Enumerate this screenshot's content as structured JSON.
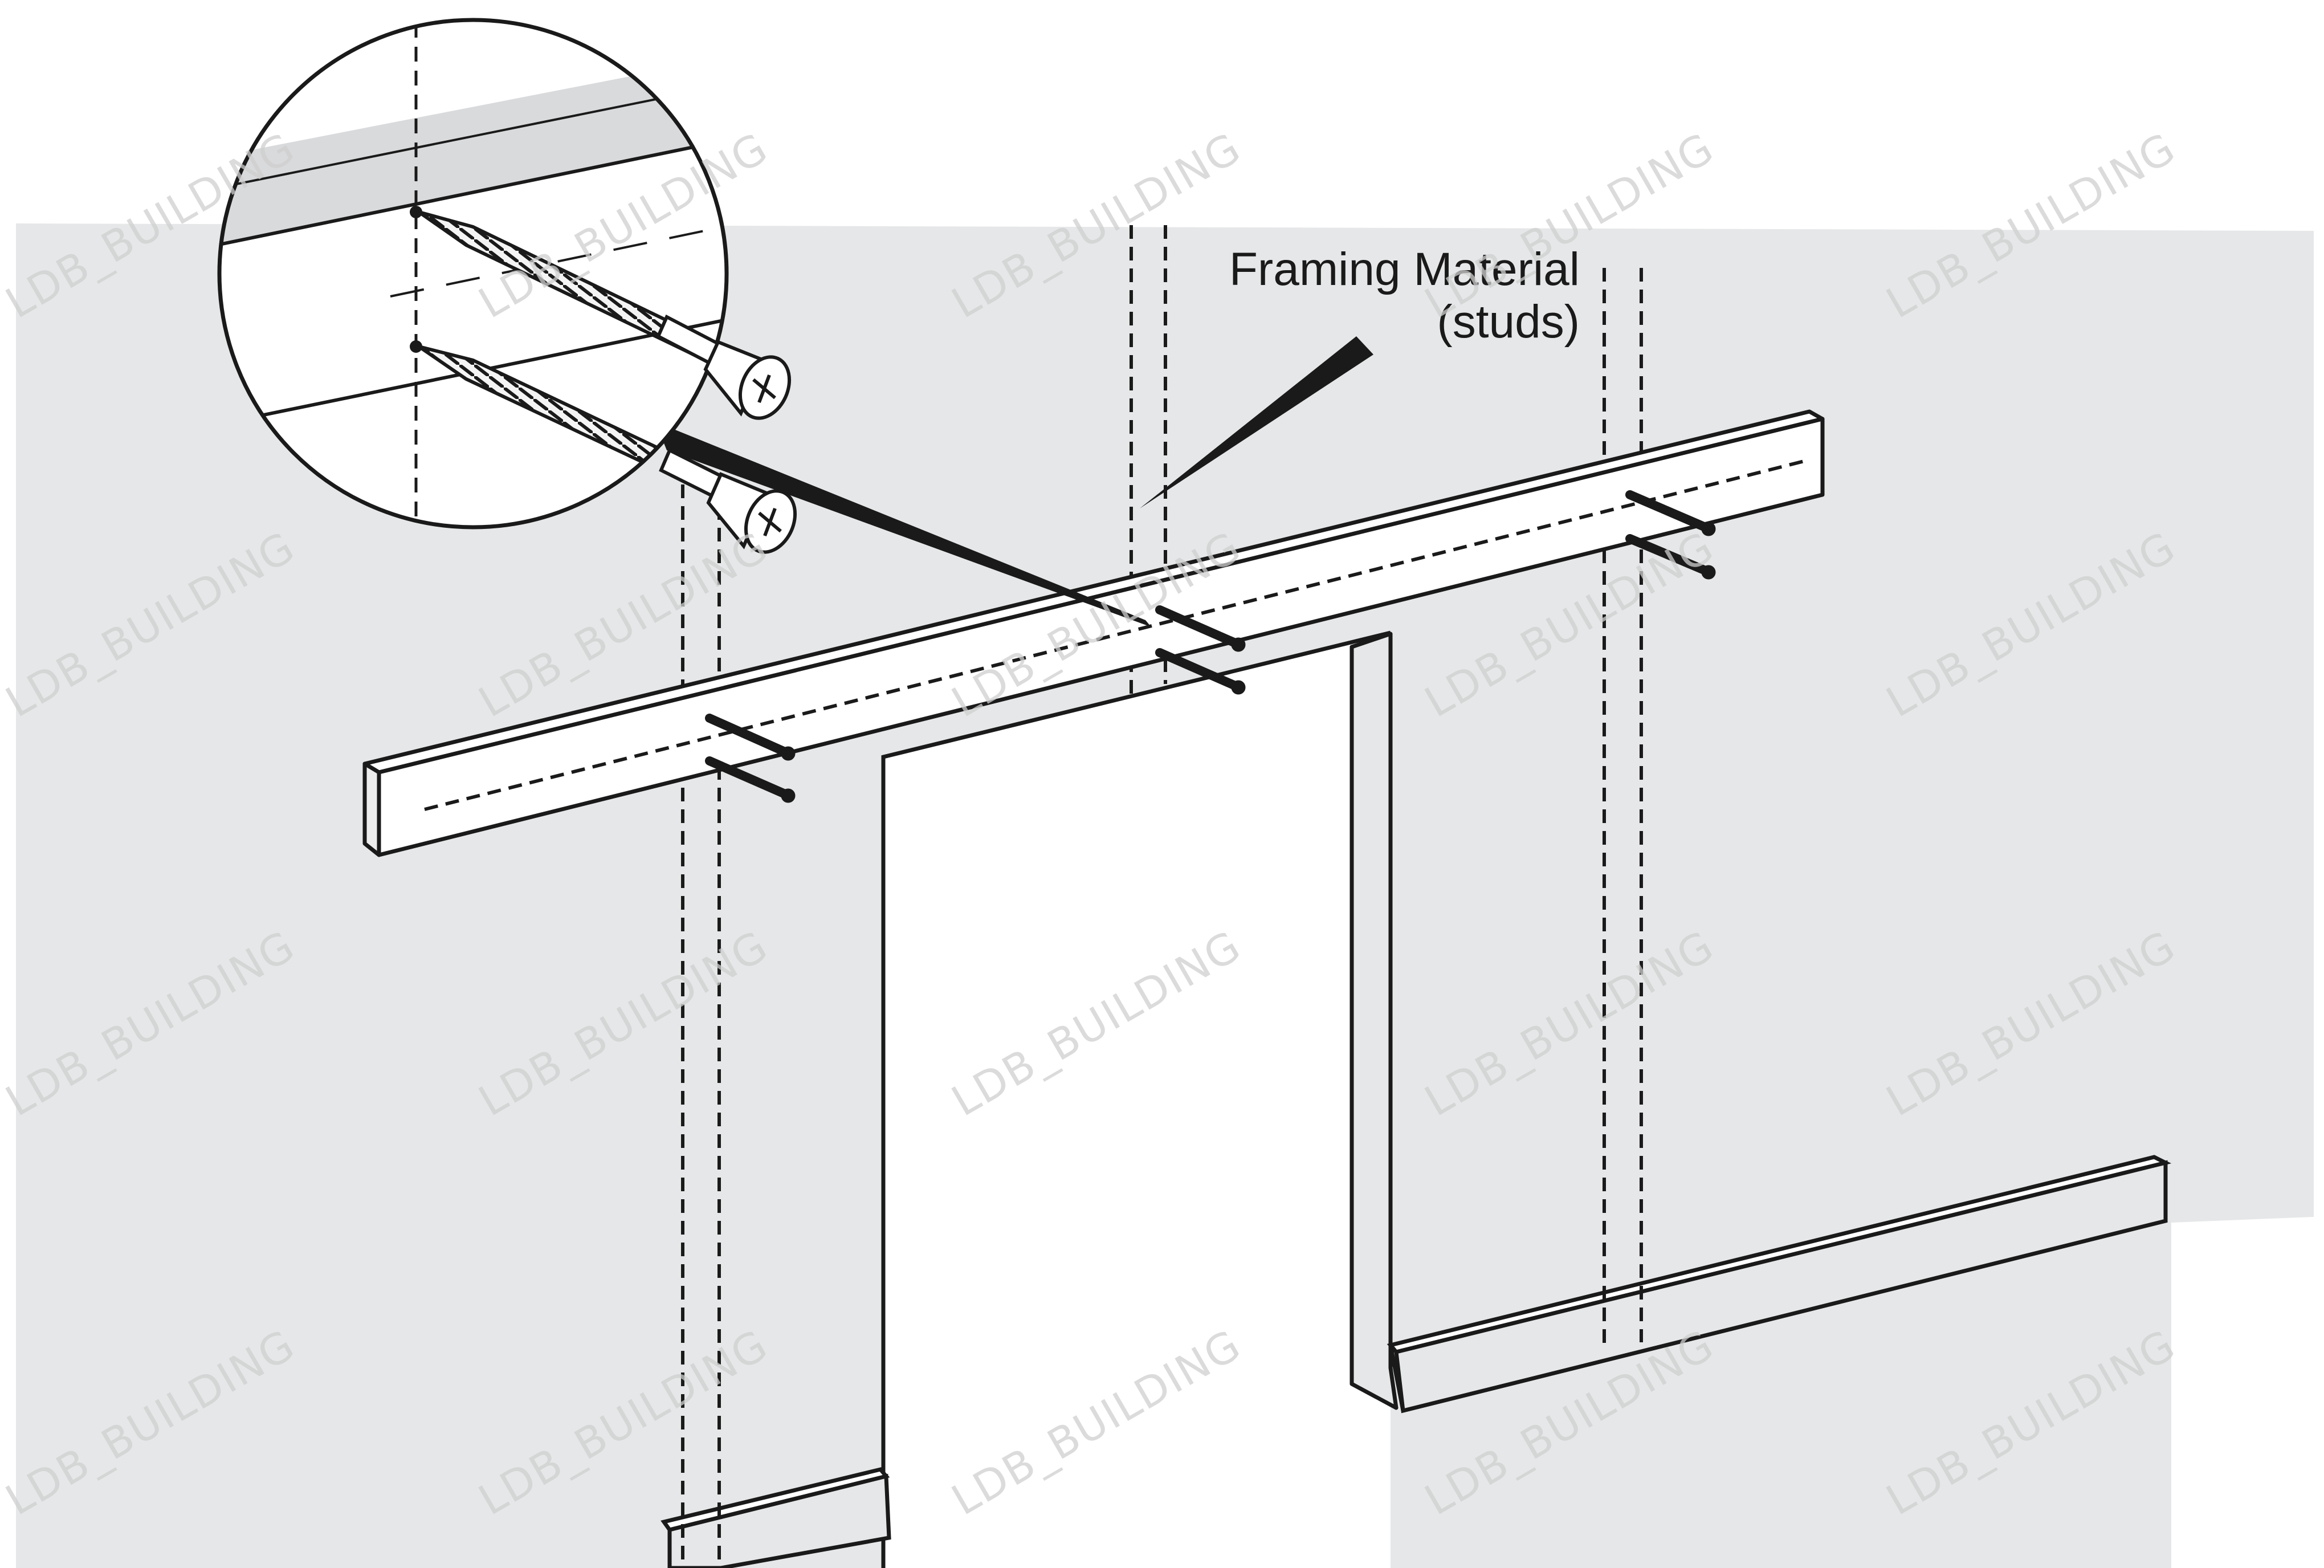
{
  "diagram": {
    "label_line1": "Framing Material",
    "label_line2": "(studs)",
    "watermark": "LDB_BUILDING",
    "colors": {
      "wall": "#e6e7e8",
      "door_opening": "#ffffff",
      "line": "#1a1a1a",
      "magnifier_band": "#d9dadc",
      "watermark": "#cfcfcf"
    },
    "icons": [
      "screw-icon",
      "phillips-head-icon",
      "magnifier-callout"
    ]
  }
}
